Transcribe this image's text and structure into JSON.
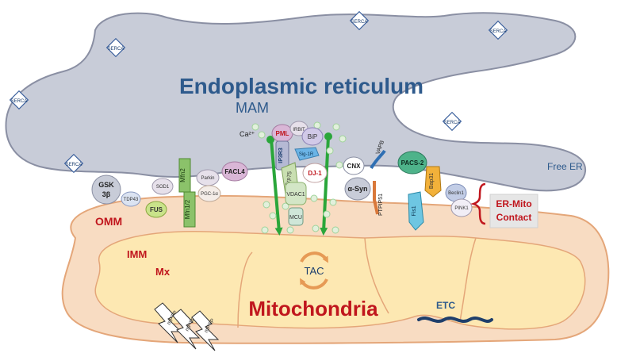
{
  "er": {
    "title": "Endoplasmic reticulum",
    "mam_label": "MAM",
    "free_er_label": "Free ER",
    "serca_label": "SERCA"
  },
  "mito": {
    "title": "Mitochondria",
    "omm_label": "OMM",
    "imm_label": "IMM",
    "mx_label": "Mx",
    "tac_label": "TAC",
    "etc_label": "ETC",
    "mptp_label": "mPTP"
  },
  "contact": {
    "line1": "ER-Mito",
    "line2": "Contact"
  },
  "proteins": {
    "ca": "Ca²⁺",
    "pml": "PML",
    "irbit": "IRBIT",
    "bip": "BiP",
    "ip3r3": "IP3R3",
    "sig1r": "Sig-1R",
    "grp75": "Grp75",
    "vdac1": "VDAC1",
    "mcu": "MCU",
    "dj1": "DJ-1",
    "cnx": "CNX",
    "asyn": "α-Syn",
    "vapb": "VAPB",
    "ptpip51": "PTPIP51",
    "pacs2": "PACS-2",
    "bap31": "Bap31",
    "fis1": "Fis1",
    "beclin1": "Beclin1",
    "pink1": "PINK1",
    "facl4": "FACL4",
    "parkin": "Parkin",
    "pgc1a": "PGC-1α",
    "mfn2": "Mfn2",
    "mfn12": "Mfn1/2",
    "sod1": "SOD1",
    "gsk_line1": "GSK",
    "gsk_line2": "3β",
    "tdp43": "TDP43",
    "fus": "FUS"
  },
  "colors": {
    "er_fill": "#c8ccd8",
    "er_stroke": "#8a8fa3",
    "mito_outer": "#f8dcc2",
    "mito_inner": "#fde8b2",
    "title_blue": "#2e5a8c",
    "label_red": "#c0161d",
    "arrow_green": "#2aa63a"
  }
}
